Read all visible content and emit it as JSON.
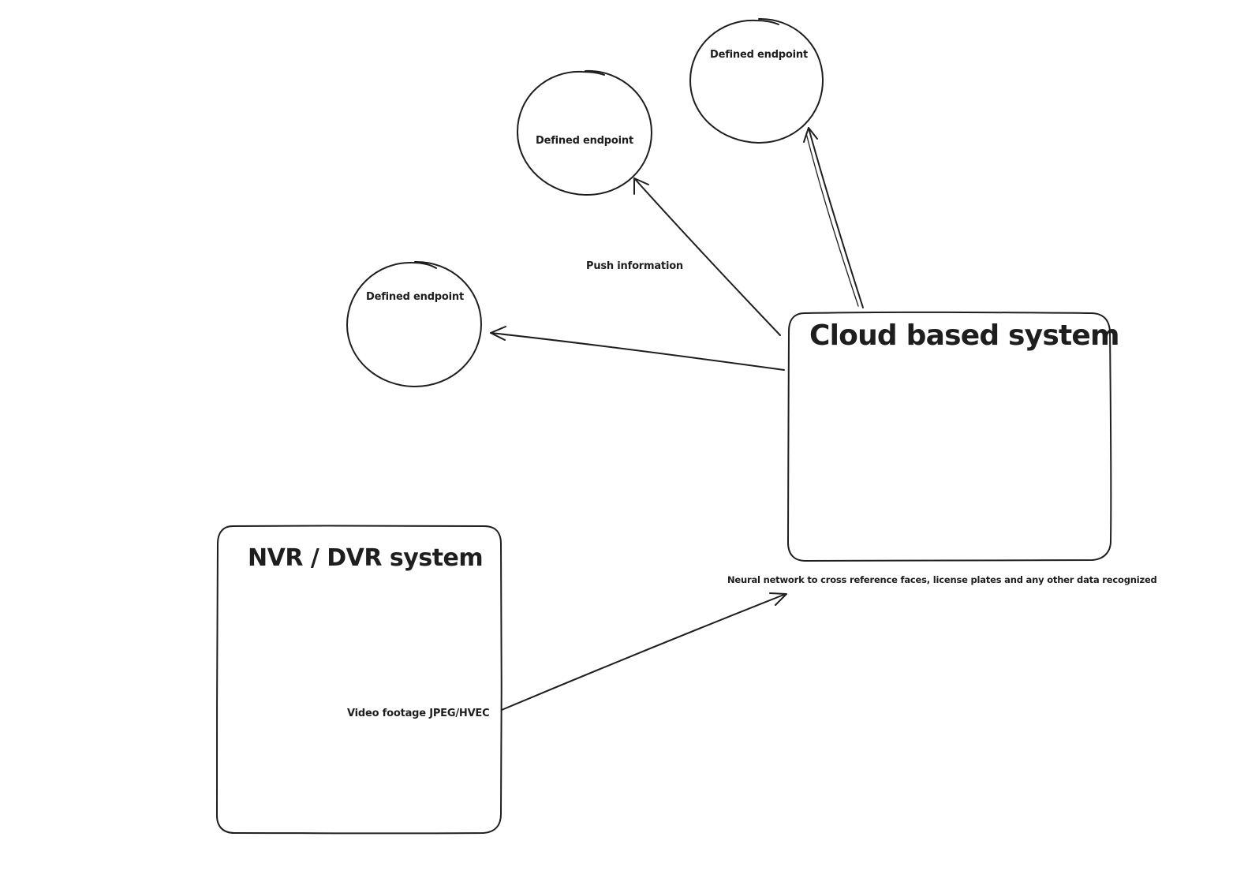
{
  "diagram": {
    "nodes": {
      "nvr": {
        "title": "NVR / DVR system"
      },
      "cloud": {
        "title": "Cloud based system"
      },
      "endpoint_1": {
        "label": "Defined endpoint"
      },
      "endpoint_2": {
        "label": "Defined endpoint"
      },
      "endpoint_3": {
        "label": "Defined endpoint"
      }
    },
    "edge_labels": {
      "video_footage": "Video footage JPEG/HVEC",
      "push_information": "Push information",
      "neural_network": "Neural network to cross reference faces, license plates and any other data recognized"
    },
    "edges": [
      {
        "from": "nvr",
        "to": "cloud"
      },
      {
        "from": "cloud",
        "to": "endpoint_1"
      },
      {
        "from": "cloud",
        "to": "endpoint_2"
      },
      {
        "from": "cloud",
        "to": "endpoint_3"
      }
    ],
    "stroke_color": "#1e1e1e",
    "background": "#ffffff"
  }
}
